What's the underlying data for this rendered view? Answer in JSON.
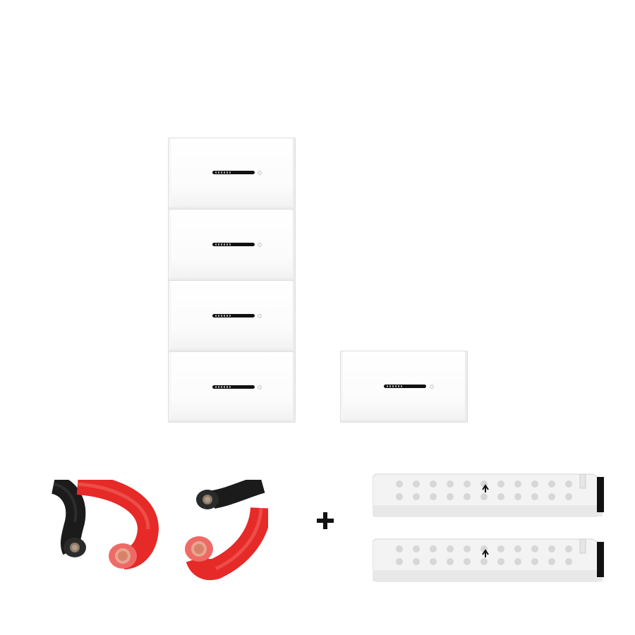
{
  "product": {
    "stacked_modules": 4,
    "spare_modules": 1,
    "accessories": [
      "red-black-power-cables",
      "mounting-bases"
    ]
  },
  "colors": {
    "module_body": "#ffffff",
    "indicator": "#111111",
    "cable_red": "#e52a28",
    "cable_black": "#1b1b1b",
    "copper_core": "#d9826a",
    "base": "#f2f2f2"
  }
}
